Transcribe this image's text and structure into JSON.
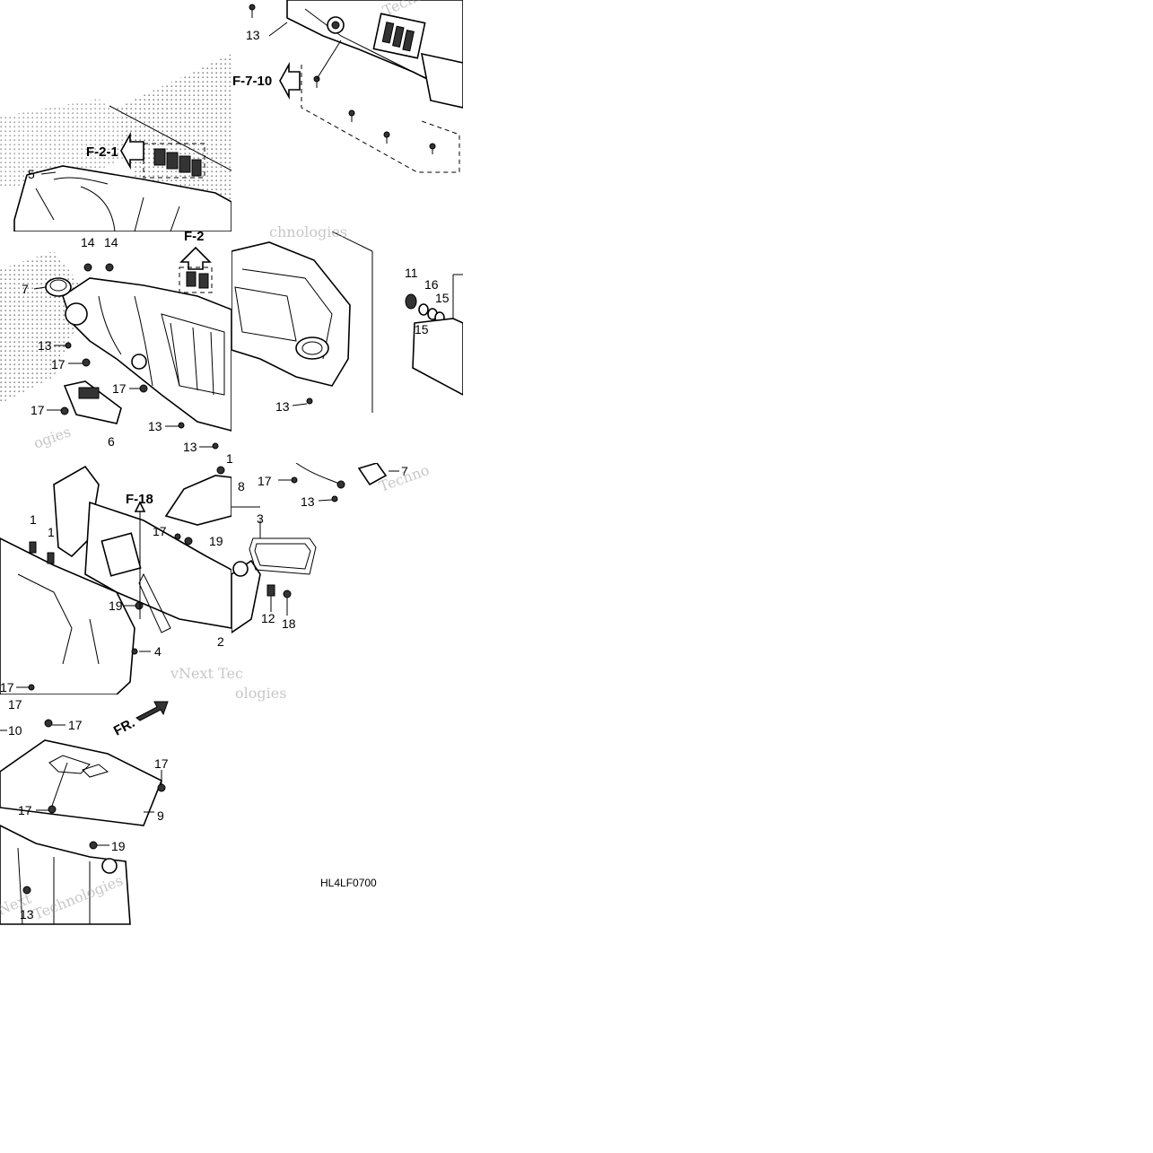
{
  "diagram": {
    "drawing_code": "HL4LF0700",
    "watermark_texts": [
      "vNext Tec",
      "Technologies",
      "Techn",
      "ologies",
      "chnologies",
      "ogies",
      "Next",
      "Techno"
    ],
    "refs": {
      "f_7_10": "F-7-10",
      "f_2_1": "F-2-1",
      "f_2": "F-2",
      "f_18": "F-18",
      "fr": "FR."
    },
    "labels": {
      "p1_13_top": "13",
      "p1_5": "5",
      "p2_14a": "14",
      "p2_14b": "14",
      "p2_7": "7",
      "p2_13a": "13",
      "p2_17a": "17",
      "p2_17b": "17",
      "p2_17c": "17",
      "p2_13b": "13",
      "p2_13c": "13",
      "p2_6": "6",
      "p3_13": "13",
      "p4_11": "11",
      "p4_16": "16",
      "p4_15a": "15",
      "p4_15b": "15",
      "p5_1a": "1",
      "p5_1b": "1",
      "p5_17a": "17",
      "p5_19a": "19",
      "p5_8": "8",
      "p5_3": "3",
      "p5_19b": "19",
      "p5_12": "12",
      "p5_18": "18",
      "p5_2": "2",
      "p5_4": "4",
      "p5_17b": "17",
      "p5_17c": "17",
      "p5_7": "7",
      "p5_13": "13",
      "p5_1c": "1",
      "p6_17a": "17",
      "p6_17b": "17",
      "p6_10": "10",
      "p6_17c": "17",
      "p6_17d": "17",
      "p6_9": "9",
      "p6_19": "19",
      "p6_13": "13"
    }
  }
}
